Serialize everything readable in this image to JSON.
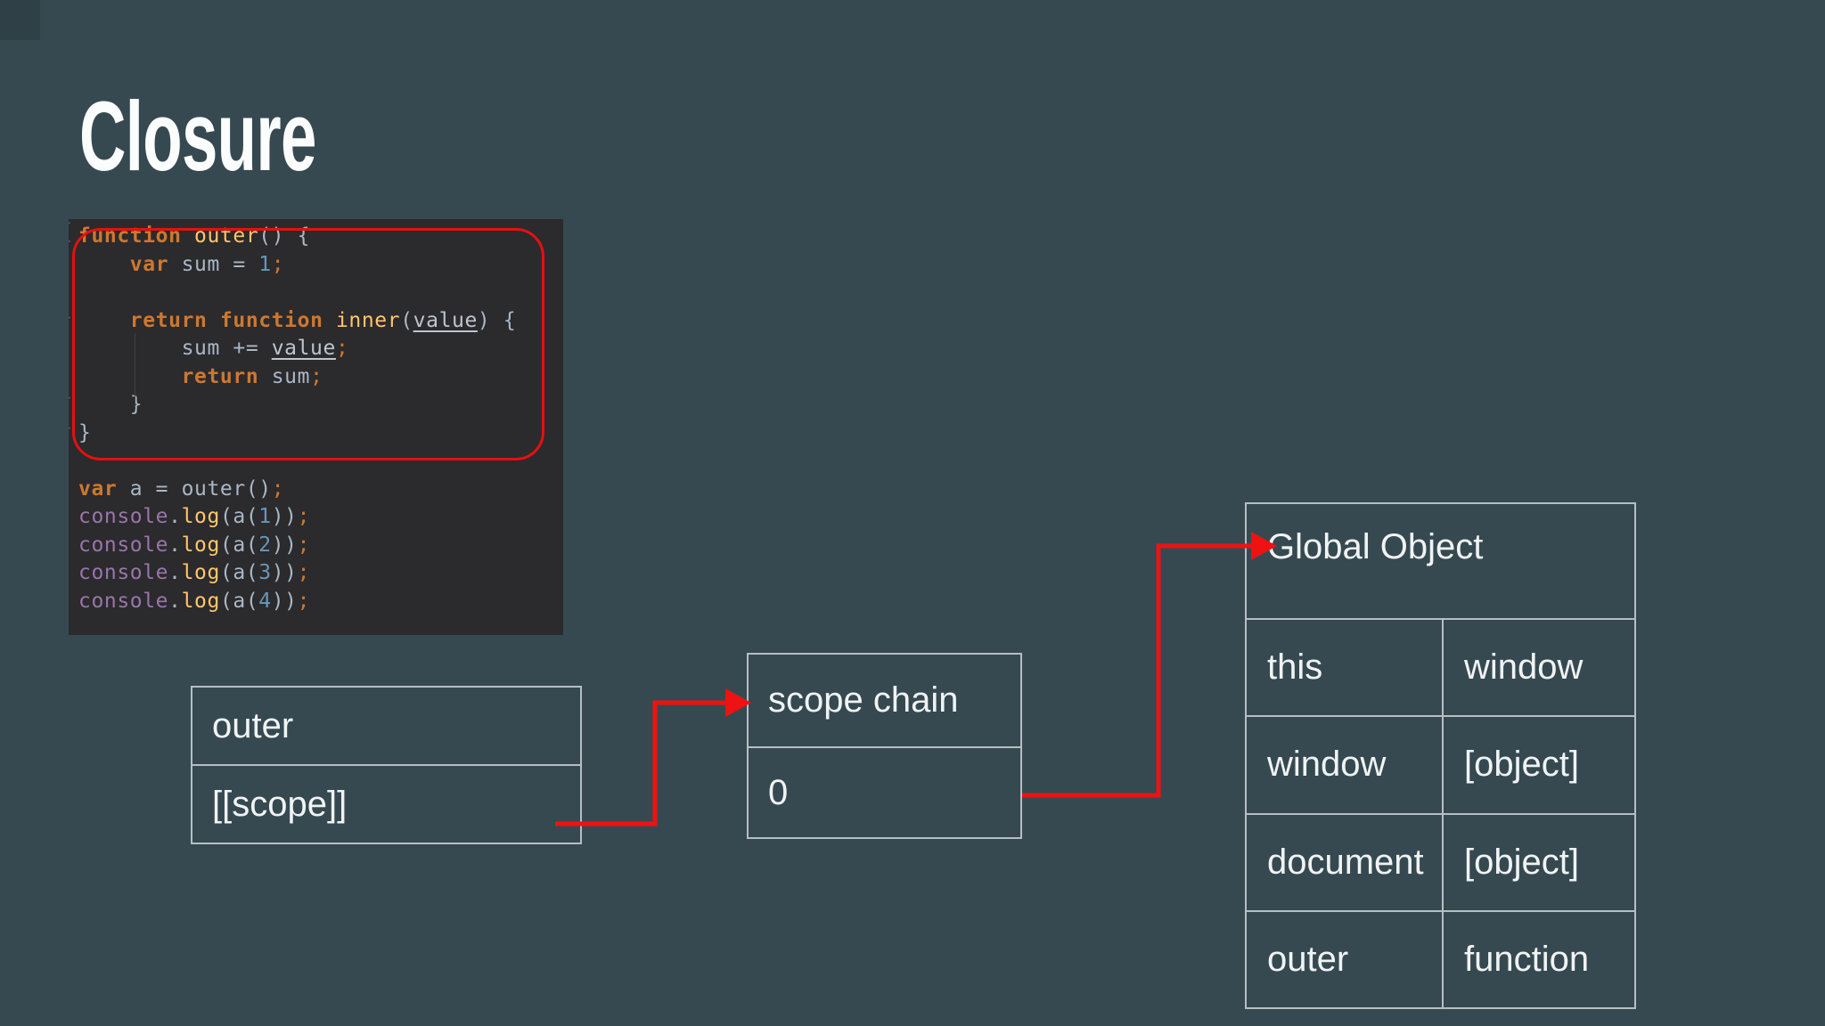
{
  "slide": {
    "title": "Closure"
  },
  "colors": {
    "background": "#364951",
    "editor_background": "#2b2a2c",
    "keyword_orange": "#cc7832",
    "function_yellow": "#ffc66d",
    "code_text": "#a9b7c6",
    "number_blue": "#6897bb",
    "console_purple": "#9876aa",
    "annotation_red": "#e31111",
    "box_border": "#b7bec2",
    "box_text": "#f0f3f4"
  },
  "editor": {
    "gutter_marks": [
      "{",
      "}",
      "}",
      "}"
    ],
    "code_lines": [
      [
        [
          "kw",
          "function"
        ],
        [
          "pl",
          " "
        ],
        [
          "fn",
          "outer"
        ],
        [
          "pl",
          "() {"
        ]
      ],
      [
        [
          "pl",
          "    "
        ],
        [
          "kw",
          "var"
        ],
        [
          "pl",
          " sum = "
        ],
        [
          "num",
          "1"
        ],
        [
          "or",
          ";"
        ]
      ],
      [],
      [
        [
          "pl",
          "    "
        ],
        [
          "kw",
          "return"
        ],
        [
          "pl",
          " "
        ],
        [
          "kw",
          "function"
        ],
        [
          "pl",
          " "
        ],
        [
          "fn",
          "inner"
        ],
        [
          "pl",
          "("
        ],
        [
          "param",
          "value"
        ],
        [
          "pl",
          ") {"
        ]
      ],
      [
        [
          "pl",
          "        sum += "
        ],
        [
          "param",
          "value"
        ],
        [
          "or",
          ";"
        ]
      ],
      [
        [
          "pl",
          "        "
        ],
        [
          "kw",
          "return"
        ],
        [
          "pl",
          " sum"
        ],
        [
          "or",
          ";"
        ]
      ],
      [
        [
          "pl",
          "    }"
        ]
      ],
      [
        [
          "pl",
          "}"
        ]
      ],
      [],
      [
        [
          "kw",
          "var"
        ],
        [
          "pl",
          " a = outer()"
        ],
        [
          "or",
          ";"
        ]
      ],
      [
        [
          "purple",
          "console"
        ],
        [
          "pl",
          "."
        ],
        [
          "fn",
          "log"
        ],
        [
          "pl",
          "(a("
        ],
        [
          "num",
          "1"
        ],
        [
          "pl",
          "))"
        ],
        [
          "or",
          ";"
        ]
      ],
      [
        [
          "purple",
          "console"
        ],
        [
          "pl",
          "."
        ],
        [
          "fn",
          "log"
        ],
        [
          "pl",
          "(a("
        ],
        [
          "num",
          "2"
        ],
        [
          "pl",
          "))"
        ],
        [
          "or",
          ";"
        ]
      ],
      [
        [
          "purple",
          "console"
        ],
        [
          "pl",
          "."
        ],
        [
          "fn",
          "log"
        ],
        [
          "pl",
          "(a("
        ],
        [
          "num",
          "3"
        ],
        [
          "pl",
          "))"
        ],
        [
          "or",
          ";"
        ]
      ],
      [
        [
          "purple",
          "console"
        ],
        [
          "pl",
          "."
        ],
        [
          "fn",
          "log"
        ],
        [
          "pl",
          "(a("
        ],
        [
          "num",
          "4"
        ],
        [
          "pl",
          "))"
        ],
        [
          "or",
          ";"
        ]
      ]
    ]
  },
  "diagram": {
    "outer_box": {
      "rows": [
        "outer",
        "[[scope]]"
      ]
    },
    "scope_chain_box": {
      "rows": [
        "scope chain",
        "0"
      ]
    },
    "global_table": {
      "title": "Global Object",
      "rows": [
        {
          "key": "this",
          "value": "window"
        },
        {
          "key": "window",
          "value": "[object]"
        },
        {
          "key": "document",
          "value": "[object]"
        },
        {
          "key": "outer",
          "value": "function"
        }
      ]
    }
  }
}
